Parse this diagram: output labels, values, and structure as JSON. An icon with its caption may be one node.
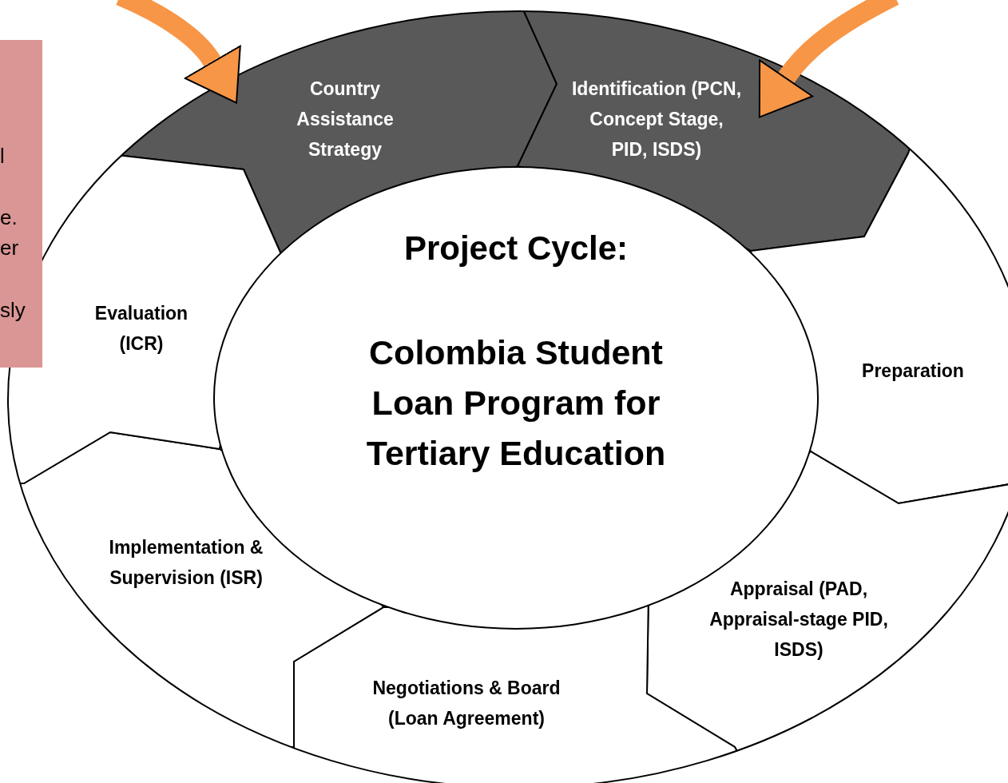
{
  "diagram": {
    "nodes": [
      {
        "text": [
          "l",
          "e.",
          "er",
          "sly"
        ]
      },
      {
        "text": [
          "Country Assistance Strategy"
        ]
      },
      {
        "text": [
          "Identification (PCN, Concept Stage, PID, ISDS)"
        ]
      },
      {
        "text": [
          "Preparation"
        ]
      },
      {
        "text": [
          "Appraisal (PAD, Appraisal-stage PID, ISDS)"
        ]
      },
      {
        "text": [
          "Negotiations & Board (Loan Agreement)"
        ]
      },
      {
        "text": [
          "Implementation & Supervision (ISR)"
        ]
      },
      {
        "text": [
          "Evaluation (ICR)"
        ]
      },
      {
        "text": [
          "Project Cycle:",
          "Colombia Student Loan Program for Tertiary Education"
        ]
      }
    ],
    "edges": [
      {
        "from": null,
        "to": 1,
        "arrow": "to"
      },
      {
        "from": null,
        "to": 2,
        "arrow": "to"
      }
    ]
  }
}
